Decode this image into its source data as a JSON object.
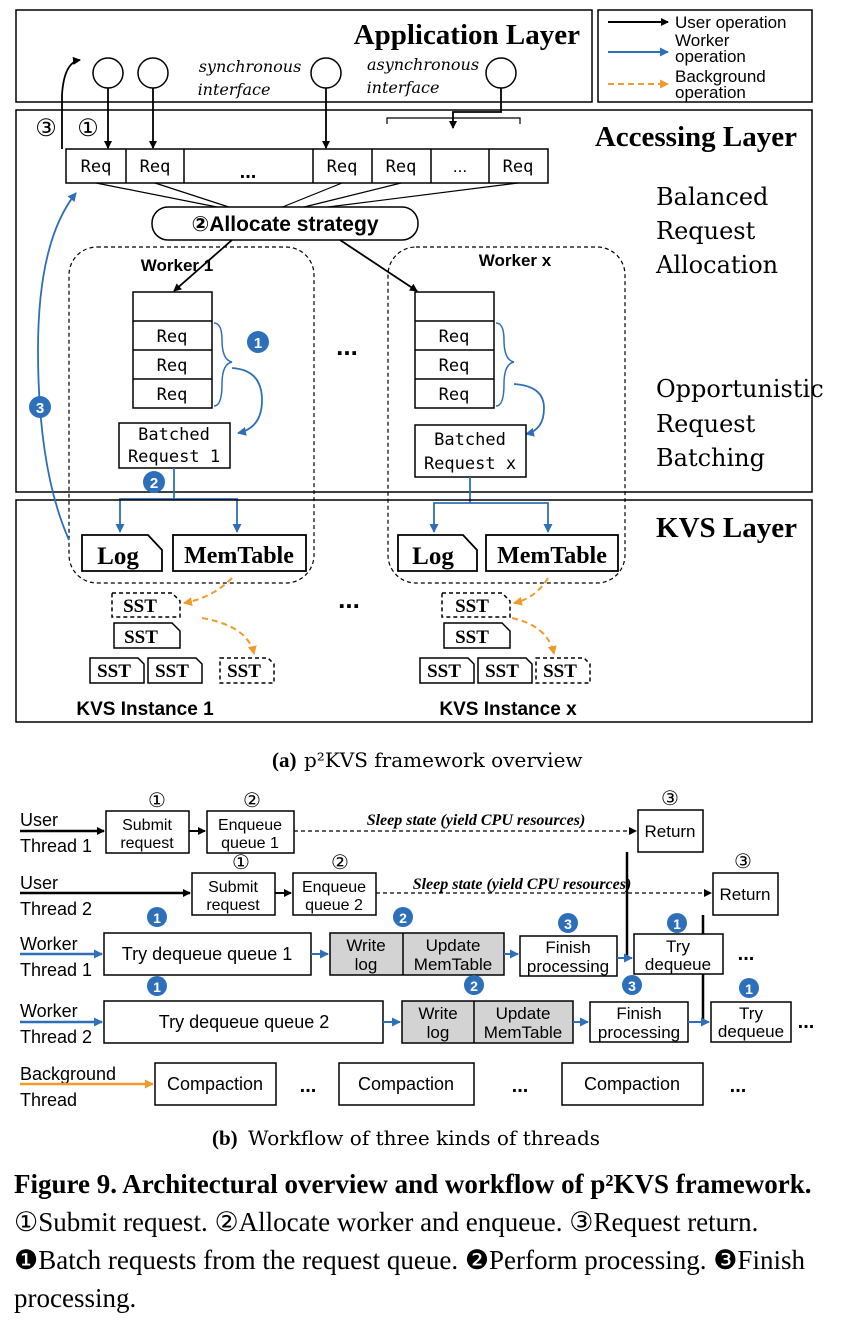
{
  "legend": {
    "user_label": "User operation",
    "worker_label_1": "Worker",
    "worker_label_2": "operation",
    "bg_label_1": "Background",
    "bg_label_2": "operation"
  },
  "colors": {
    "blue": "#2e6fba",
    "orange": "#ef9a2c",
    "gray": "#d3d3d3",
    "black": "#000000"
  },
  "panel_a": {
    "app_layer": "Application Layer",
    "sync_1": "synchronous",
    "sync_2": "interface",
    "async_1": "asynchronous",
    "async_2": "interface",
    "accessing_layer": "Accessing Layer",
    "req": "Req",
    "ellipsis": "...",
    "allocate": "②Allocate strategy",
    "balanced_1": "Balanced",
    "balanced_2": "Request",
    "balanced_3": "Allocation",
    "worker_1": "Worker 1",
    "worker_x": "Worker x",
    "batched_1a": "Batched",
    "batched_1b": "Request 1",
    "batched_xa": "Batched",
    "batched_xb": "Request x",
    "opportunistic_1": "Opportunistic",
    "opportunistic_2": "Request",
    "opportunistic_3": "Batching",
    "kvs_layer": "KVS Layer",
    "log": "Log",
    "memtable": "MemTable",
    "sst": "SST",
    "kvs_instance_1": "KVS Instance 1",
    "kvs_instance_x": "KVS Instance x",
    "circ_1": "①",
    "circ_3": "③",
    "badge_1": "1",
    "badge_2": "2",
    "badge_3": "3",
    "caption_label": "(a)",
    "caption_text": "p²KVS framework overview"
  },
  "panel_b": {
    "user1_a": "User",
    "user1_b": "Thread 1",
    "user2_a": "User",
    "user2_b": "Thread 2",
    "worker1_a": "Worker",
    "worker1_b": "Thread 1",
    "worker2_a": "Worker",
    "worker2_b": "Thread 2",
    "bg_a": "Background",
    "bg_b": "Thread",
    "submit_a": "Submit",
    "submit_b": "request",
    "enqueue_a": "Enqueue",
    "enqueue_q1": "queue 1",
    "enqueue_q2": "queue 2",
    "sleep": "Sleep state (yield CPU resources)",
    "return": "Return",
    "try_q1": "Try dequeue queue 1",
    "try_q2": "Try dequeue queue 2",
    "write_a": "Write",
    "write_b": "log",
    "update_a": "Update",
    "update_b": "MemTable",
    "finish_a": "Finish",
    "finish_b": "processing",
    "try_a": "Try",
    "try_b": "dequeue",
    "compaction": "Compaction",
    "ellipsis": "...",
    "circ_1": "①",
    "circ_2": "②",
    "circ_3": "③",
    "badge_1": "1",
    "badge_2": "2",
    "badge_3": "3",
    "caption_label": "(b)",
    "caption_text": "Workflow of three kinds of threads"
  },
  "figure_caption": {
    "title": "Figure 9. Architectural overview and workflow of p²KVS framework.",
    "body": " ①Submit request. ②Allocate worker and enqueue. ③Request return. ❶Batch requests from the request queue. ❷Perform processing. ❸Finish processing."
  }
}
